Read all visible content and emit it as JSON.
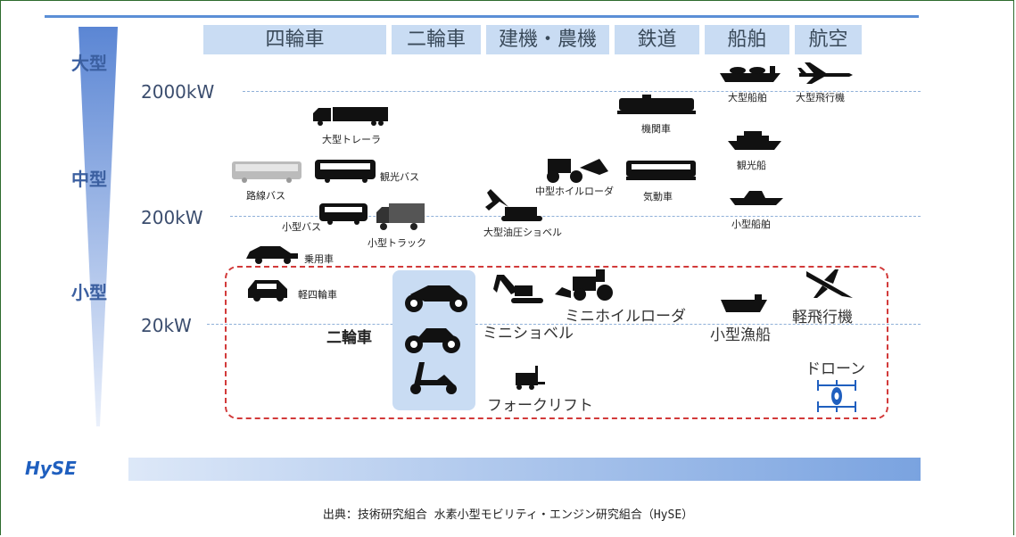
{
  "categories": [
    "四輪車",
    "二輪車",
    "建機・農機",
    "鉄道",
    "船舶",
    "航空"
  ],
  "size_labels": {
    "large": "大型",
    "medium": "中型",
    "small": "小型"
  },
  "power_labels": {
    "p2000": "2000kW",
    "p200": "200kW",
    "p20": "20kW"
  },
  "vehicles": {
    "large_ship": "大型船舶",
    "large_plane": "大型飛行機",
    "large_trailer": "大型トレーラ",
    "locomotive": "機関車",
    "sightseeing_ship": "観光船",
    "route_bus": "路線バス",
    "sightseeing_bus": "観光バス",
    "wheel_loader_mid": "中型ホイルローダ",
    "railcar": "気動車",
    "small_bus": "小型バス",
    "small_truck": "小型トラック",
    "hydraulic_excavator": "大型油圧ショベル",
    "small_vessel": "小型船舶",
    "passenger_car": "乗用車",
    "kei_car": "軽四輪車",
    "motorcycle": "二輪車",
    "mini_wheel_loader": "ミニホイルローダ",
    "mini_excavator": "ミニショベル",
    "small_fishing_boat": "小型漁船",
    "light_aircraft": "軽飛行機",
    "forklift": "フォークリフト",
    "drone": "ドローン"
  },
  "logo": "HySE",
  "source": "出典：技術研究組合 水素小型モビリティ・エンジン研究組合（HySE）",
  "colors": {
    "accent": "#5b8fd6",
    "category_bg": "#c9dcf3",
    "highlight_box": "#d23a3a",
    "label": "#3b5fa0"
  }
}
